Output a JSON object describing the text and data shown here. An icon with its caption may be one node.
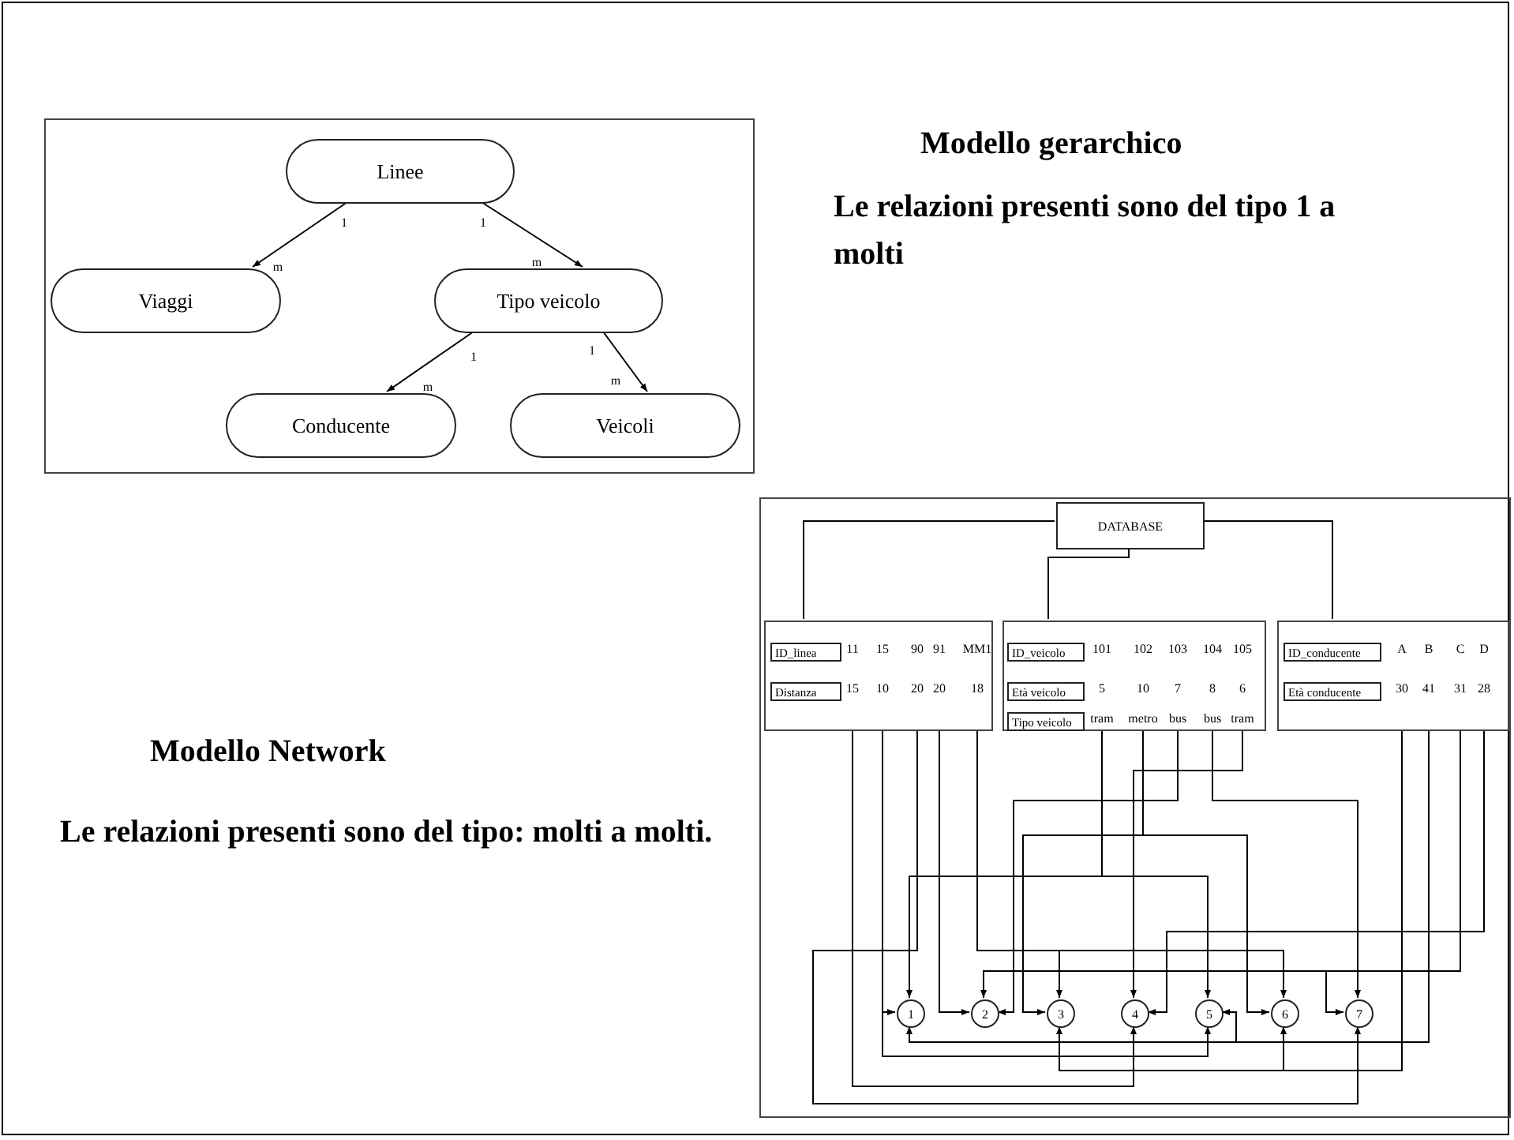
{
  "diagram": {
    "nodes": [
      {
        "text": [],
        "shape": "box"
      },
      {
        "text": [
          "Linee"
        ],
        "in": 0
      },
      {
        "text": [
          "Viaggi"
        ],
        "in": 0
      },
      {
        "text": [
          "Tipo veicolo"
        ],
        "in": 0
      },
      {
        "text": [
          "Conducente"
        ],
        "in": 0
      },
      {
        "text": [
          "Veicoli"
        ],
        "in": 0
      },
      {
        "text": [],
        "shape": "box"
      },
      {
        "text": [
          "DATABASE"
        ],
        "in": 6
      },
      {
        "text": [],
        "shape": "box",
        "in": 6
      },
      {
        "text": [
          "ID_linea"
        ],
        "in": 8
      },
      {
        "text": [
          "Distanza"
        ],
        "in": 8
      },
      {
        "text": [],
        "shape": "box",
        "in": 6
      },
      {
        "text": [
          "ID_veicolo"
        ],
        "in": 11
      },
      {
        "text": [
          "Età veicolo"
        ],
        "in": 11
      },
      {
        "text": [
          "Tipo veicolo"
        ],
        "in": 11
      },
      {
        "text": [],
        "shape": "box",
        "in": 6
      },
      {
        "text": [
          "ID_conducente"
        ],
        "in": 15
      },
      {
        "text": [
          "Età conducente"
        ],
        "in": 15
      },
      {
        "text": [
          "1"
        ],
        "in": 6
      },
      {
        "text": [
          "2"
        ],
        "in": 6
      },
      {
        "text": [
          "3"
        ],
        "in": 6
      },
      {
        "text": [
          "4"
        ],
        "in": 6
      },
      {
        "text": [
          "5"
        ],
        "in": 6
      },
      {
        "text": [
          "6"
        ],
        "in": 6
      },
      {
        "text": [
          "7"
        ],
        "in": 6
      }
    ],
    "edges": [
      {
        "from": 1,
        "to": 2,
        "arrow": "to"
      },
      {
        "from": 1,
        "to": 3,
        "arrow": "to"
      },
      {
        "from": 3,
        "to": 4,
        "arrow": "to"
      },
      {
        "from": 3,
        "to": 5,
        "arrow": "to"
      },
      {
        "from": 7,
        "to": 8,
        "arrow": "none"
      },
      {
        "from": 7,
        "to": 11,
        "arrow": "none"
      },
      {
        "from": 7,
        "to": 15,
        "arrow": "none"
      },
      {
        "from": 8,
        "to": 21,
        "arrow": "to"
      },
      {
        "from": 8,
        "to": 18,
        "arrow": "to"
      },
      {
        "from": 8,
        "to": 22,
        "arrow": "to"
      },
      {
        "from": 8,
        "to": 24,
        "arrow": "to"
      },
      {
        "from": 8,
        "to": 19,
        "arrow": "to"
      },
      {
        "from": 8,
        "to": 20,
        "arrow": "to"
      },
      {
        "from": 8,
        "to": 23,
        "arrow": "to"
      },
      {
        "from": 11,
        "to": 18,
        "arrow": "to"
      },
      {
        "from": 11,
        "to": 22,
        "arrow": "to"
      },
      {
        "from": 11,
        "to": 20,
        "arrow": "to"
      },
      {
        "from": 11,
        "to": 23,
        "arrow": "to"
      },
      {
        "from": 11,
        "to": 19,
        "arrow": "to"
      },
      {
        "from": 11,
        "to": 24,
        "arrow": "to"
      },
      {
        "from": 11,
        "to": 21,
        "arrow": "to"
      },
      {
        "from": 15,
        "to": 21,
        "arrow": "to"
      },
      {
        "from": 15,
        "to": 19,
        "arrow": "to"
      },
      {
        "from": 15,
        "to": 24,
        "arrow": "to"
      },
      {
        "from": 15,
        "to": 18,
        "arrow": "to"
      },
      {
        "from": 15,
        "to": 22,
        "arrow": "to"
      },
      {
        "from": 15,
        "to": 20,
        "arrow": "to"
      },
      {
        "from": 15,
        "to": 23,
        "arrow": "to"
      }
    ],
    "labels": [
      "Modello gerarchico",
      "Le relazioni presenti sono del tipo 1 a molti",
      "1",
      "m",
      "1",
      "m",
      "1",
      "m",
      "1",
      "m",
      "Modello Network",
      "Le relazioni presenti sono del tipo: molti a molti.",
      "11",
      "15",
      "90",
      "91",
      "MM1",
      "15",
      "10",
      "20",
      "20",
      "18",
      "101",
      "102",
      "103",
      "104",
      "105",
      "5",
      "10",
      "7",
      "8",
      "6",
      "tram",
      "metro",
      "bus",
      "bus",
      "tram",
      "A",
      "B",
      "C",
      "D",
      "30",
      "41",
      "31",
      "28"
    ]
  }
}
